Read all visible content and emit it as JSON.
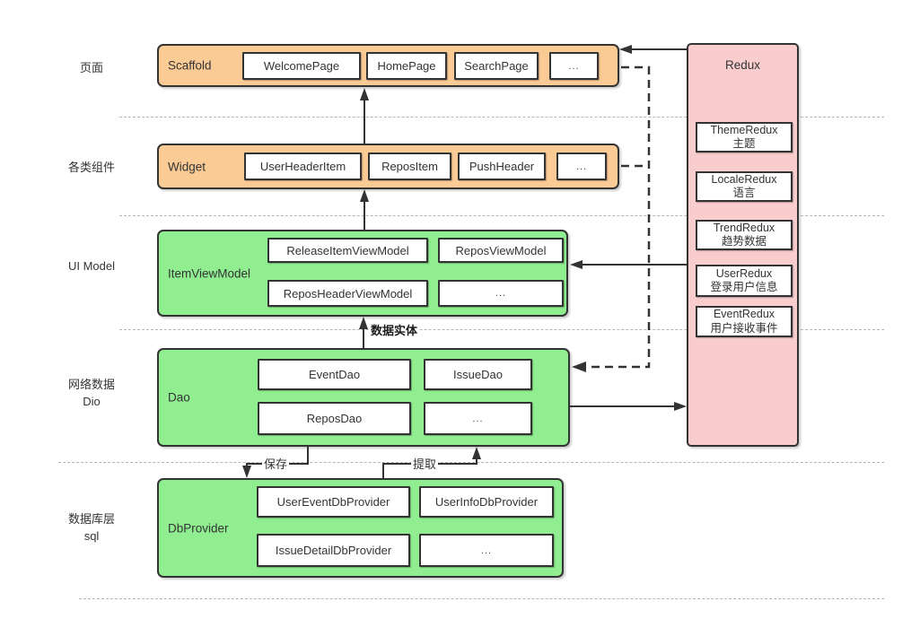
{
  "layers": [
    {
      "side_label": [
        "页面"
      ],
      "container_label": "Scaffold",
      "items": [
        "WelcomePage",
        "HomePage",
        "SearchPage",
        "..."
      ]
    },
    {
      "side_label": [
        "各类组件"
      ],
      "container_label": "Widget",
      "items": [
        "UserHeaderItem",
        "ReposItem",
        "PushHeader",
        "..."
      ]
    },
    {
      "side_label": [
        "UI Model"
      ],
      "container_label": "ItemViewModel",
      "items": [
        "ReleaseItemViewModel",
        "ReposViewModel",
        "ReposHeaderViewModel",
        "..."
      ]
    },
    {
      "side_label": [
        "网络数据",
        "Dio"
      ],
      "container_label": "Dao",
      "items": [
        "EventDao",
        "IssueDao",
        "ReposDao",
        "..."
      ]
    },
    {
      "side_label": [
        "数据库层",
        "sql"
      ],
      "container_label": "DbProvider",
      "items": [
        "UserEventDbProvider",
        "UserInfoDbProvider",
        "IssueDetailDbProvider",
        "..."
      ]
    }
  ],
  "redux": {
    "title": "Redux",
    "items": [
      {
        "name": "ThemeRedux",
        "desc": "主题"
      },
      {
        "name": "LocaleRedux",
        "desc": "语言"
      },
      {
        "name": "TrendRedux",
        "desc": "趋势数据"
      },
      {
        "name": "UserRedux",
        "desc": "登录用户信息"
      },
      {
        "name": "EventRedux",
        "desc": "用户接收事件"
      }
    ]
  },
  "edge_labels": {
    "data_entity": "数据实体",
    "save": "保存",
    "extract": "提取"
  },
  "colors": {
    "page_layer_fill": "#fbcb96",
    "data_layer_fill": "#90ee90",
    "redux_fill": "#f9cdcd",
    "node_fill": "#ffffff",
    "border": "#333333",
    "divider": "#b5b5b5"
  }
}
